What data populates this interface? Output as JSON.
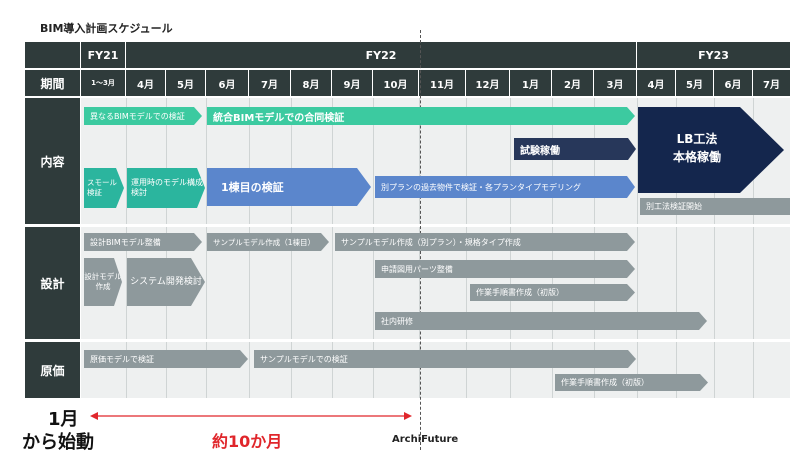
{
  "title": "BIM導入計画スケジュール",
  "fy_headers": [
    "FY21",
    "FY22",
    "FY23"
  ],
  "period_label": "期間",
  "months": [
    "1～3月",
    "4月",
    "5月",
    "6月",
    "7月",
    "8月",
    "9月",
    "10月",
    "11月",
    "12月",
    "1月",
    "2月",
    "3月",
    "4月",
    "5月",
    "6月",
    "7月"
  ],
  "sections": {
    "naiyou": "内容",
    "sekkei": "設計",
    "genka": "原価"
  },
  "bars": {
    "b1": "異なるBIMモデルでの検証",
    "b2": "統合BIMモデルでの合同検証",
    "b3": "試験稼働",
    "b4a": "LB工法",
    "b4b": "本格稼働",
    "b5": "スモール検証",
    "b6": "運用時のモデル構成検討",
    "b7": "1棟目の検証",
    "b8": "別プランの過去物件で検証・各プランタイプモデリング",
    "b9": "別工法検証開始",
    "s1": "設計BIMモデル整備",
    "s2": "サンプルモデル作成（1棟目）",
    "s3": "サンプルモデル作成（別プラン）・規格タイプ作成",
    "s4": "設計モデル作成",
    "s5": "システム開発検討",
    "s6": "申請図用パーツ整備",
    "s7": "作業手順書作成（初版）",
    "s8": "社内研修",
    "g1": "原価モデルで検証",
    "g2": "サンプルモデルでの検証",
    "g3": "作業手順書作成（初版）"
  },
  "bottom": {
    "start_line1": "1月",
    "start_line2": "から始動",
    "duration": "約10か月",
    "logo": "ArchiFuture"
  },
  "colors": {
    "header": "#2f3b3b",
    "teal": "#3ccaa0",
    "blue": "#5b86cc",
    "navy": "#14264d",
    "gray": "#8e999c",
    "accent_red": "#e0262b"
  }
}
